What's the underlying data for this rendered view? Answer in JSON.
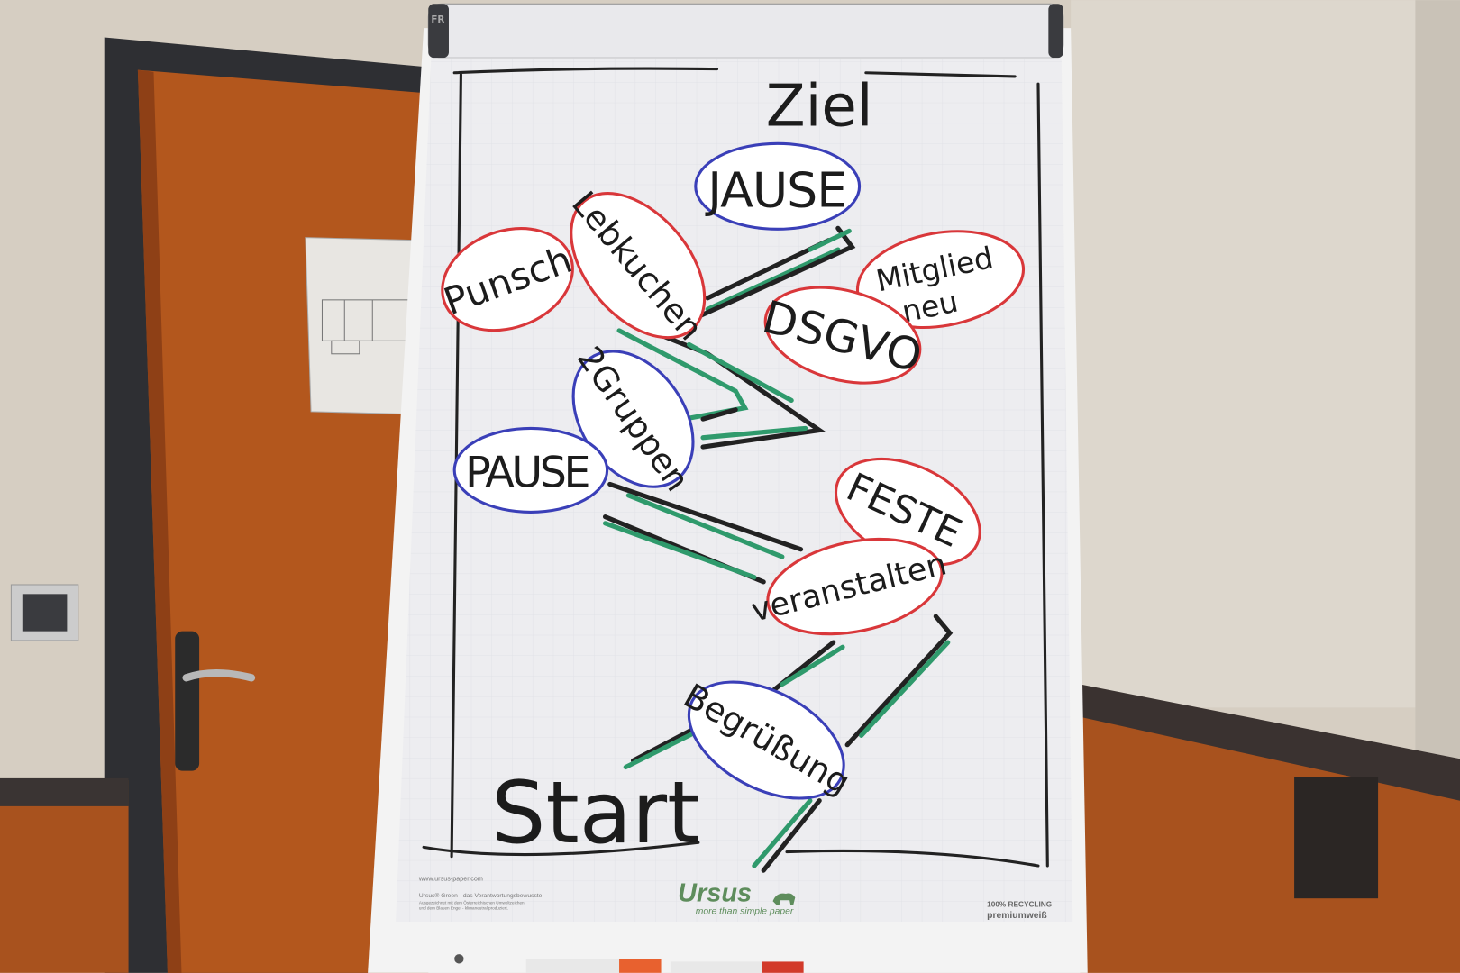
{
  "colors": {
    "wall": "#d6cec2",
    "door": "#b3571d",
    "frame": "#2e2f33",
    "paper": "#ededf0",
    "red": "#d9373a",
    "blue": "#3a3fb8",
    "green": "#2f9a6c",
    "ink": "#1c1c1c",
    "brand": "#5e8d5c"
  },
  "flipchart": {
    "clip_label": "FR",
    "goal": "Ziel",
    "start": "Start",
    "bubbles": {
      "jause": "JAUSE",
      "punsch": "Punsch",
      "lebkuchen": "Lebkuchen",
      "mitglied": "Mitglied",
      "neu": "neu",
      "dsgvo": "DSGVO",
      "gruppen": "2Gruppen",
      "pause": "PAUSE",
      "feste": "FESTE",
      "veranstalten": "veranstalten",
      "begruessung": "Begrüßung"
    },
    "footer": {
      "url": "www.ursus-paper.com",
      "line1": "Ursus® Green - das Verantwortungsbewusste",
      "line2": "Ausgezeichnet mit dem Österreichischen Umweltzeichen",
      "line3": "und dem Blauen Engel - klimaneutral produziert.",
      "brand": "Ursus",
      "tagline": "more than simple paper",
      "recycling": "100% RECYCLING",
      "grade": "premiumweiß"
    }
  }
}
